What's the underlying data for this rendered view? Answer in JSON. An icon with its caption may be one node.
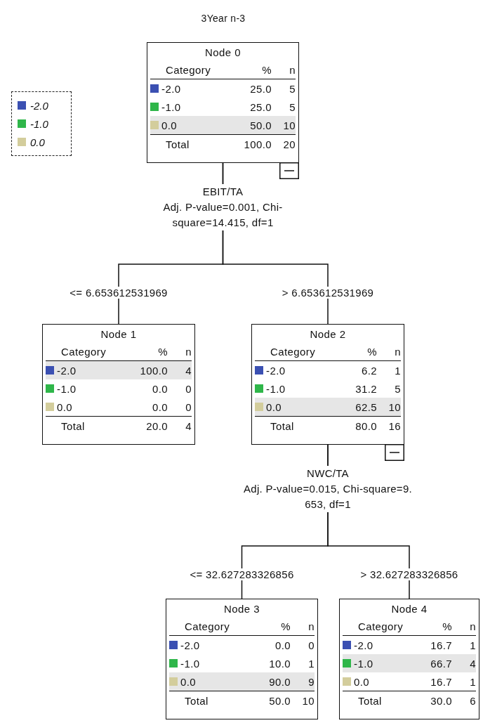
{
  "diagram": {
    "title": "3Year n-3",
    "nodes": [
      {
        "text": [
          "Node 0",
          "Category",
          "%",
          "n",
          "-2.0",
          "25.0",
          "5",
          "-1.0",
          "25.0",
          "5",
          "0.0",
          "50.0",
          "10",
          "Total",
          "100.0",
          "20"
        ],
        "beside": [
          "EBIT/TA",
          "Adj. P-value=0.001, Chi-",
          "square=14.415, df=1"
        ]
      },
      {
        "text": [
          "Node 1",
          "Category",
          "%",
          "n",
          "-2.0",
          "100.0",
          "4",
          "-1.0",
          "0.0",
          "0",
          "0.0",
          "0.0",
          "0",
          "Total",
          "20.0",
          "4"
        ]
      },
      {
        "text": [
          "Node 2",
          "Category",
          "%",
          "n",
          "-2.0",
          "6.2",
          "1",
          "-1.0",
          "31.2",
          "5",
          "0.0",
          "62.5",
          "10",
          "Total",
          "80.0",
          "16"
        ],
        "beside": [
          "NWC/TA",
          "Adj. P-value=0.015, Chi-square=9.",
          "653, df=1"
        ]
      },
      {
        "text": [
          "Node 3",
          "Category",
          "%",
          "n",
          "-2.0",
          "0.0",
          "0",
          "-1.0",
          "10.0",
          "1",
          "0.0",
          "90.0",
          "9",
          "Total",
          "50.0",
          "10"
        ]
      },
      {
        "text": [
          "Node 4",
          "Category",
          "%",
          "n",
          "-2.0",
          "16.7",
          "1",
          "-1.0",
          "66.7",
          "4",
          "0.0",
          "16.7",
          "1",
          "Total",
          "30.0",
          "6"
        ]
      }
    ],
    "edges": [
      {
        "from": 0,
        "to": 1,
        "arrow": "none",
        "label": "<= 6.653612531969"
      },
      {
        "from": 0,
        "to": 2,
        "arrow": "none",
        "label": "> 6.653612531969"
      },
      {
        "from": 2,
        "to": 3,
        "arrow": "none",
        "label": "<= 32.627283326856"
      },
      {
        "from": 2,
        "to": 4,
        "arrow": "none",
        "label": "> 32.627283326856"
      }
    ],
    "legend": [
      {
        "text": "-2.0",
        "color": "#3b50b2"
      },
      {
        "text": "-1.0",
        "color": "#2fb64a"
      },
      {
        "text": "0.0",
        "color": "#d3cd9c"
      }
    ]
  }
}
